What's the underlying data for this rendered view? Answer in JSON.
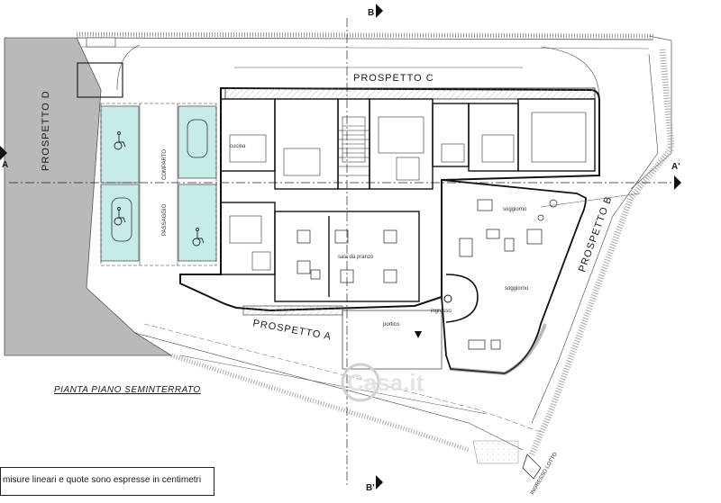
{
  "plan": {
    "title": "PIANTA PIANO SEMINTERRATO",
    "note": "misure lineari e quote sono espresse in centimetri",
    "facades": {
      "a": "PROSPETTO A",
      "b": "PROSPETTO B",
      "c": "PROSPETTO C",
      "d": "PROSPETTO D"
    },
    "section_marks": {
      "a_left": "A",
      "a_right": "A'",
      "b_top": "B",
      "b_bottom": "B'"
    },
    "room_labels": {
      "soggiorno_top": "soggiorno",
      "soggiorno_mid": "soggiorno",
      "ingresso": "ingresso",
      "portico": "portico",
      "sala": "sala da pranzo",
      "cucina": "cucina",
      "passaggio": "PASSAGGIO",
      "comparto": "COMPARTO",
      "ingresso_lotto": "INGRESSO LOTTO"
    },
    "watermark": "Casa.it"
  }
}
